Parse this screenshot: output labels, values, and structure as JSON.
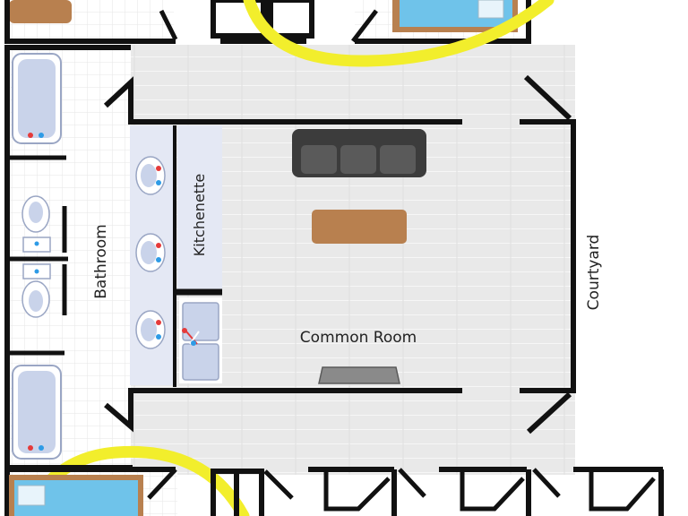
{
  "plan": {
    "rooms": {
      "bathroom": "Bathroom",
      "kitchenette": "Kitchenette",
      "common_room": "Common Room",
      "courtyard": "Courtyard"
    }
  },
  "colors": {
    "wall": "#111111",
    "floor_wood": "#e9e9e9",
    "tile_floor": "#f7f7f7",
    "counter": "#e4e8f4",
    "fixture": "#c9d3ea",
    "sofa": "#3c3c3c",
    "table": "#b8804f",
    "bed_blue": "#6fc3ea",
    "door_swing": "#f2ee2c",
    "bed_frame": "#b8804f"
  }
}
